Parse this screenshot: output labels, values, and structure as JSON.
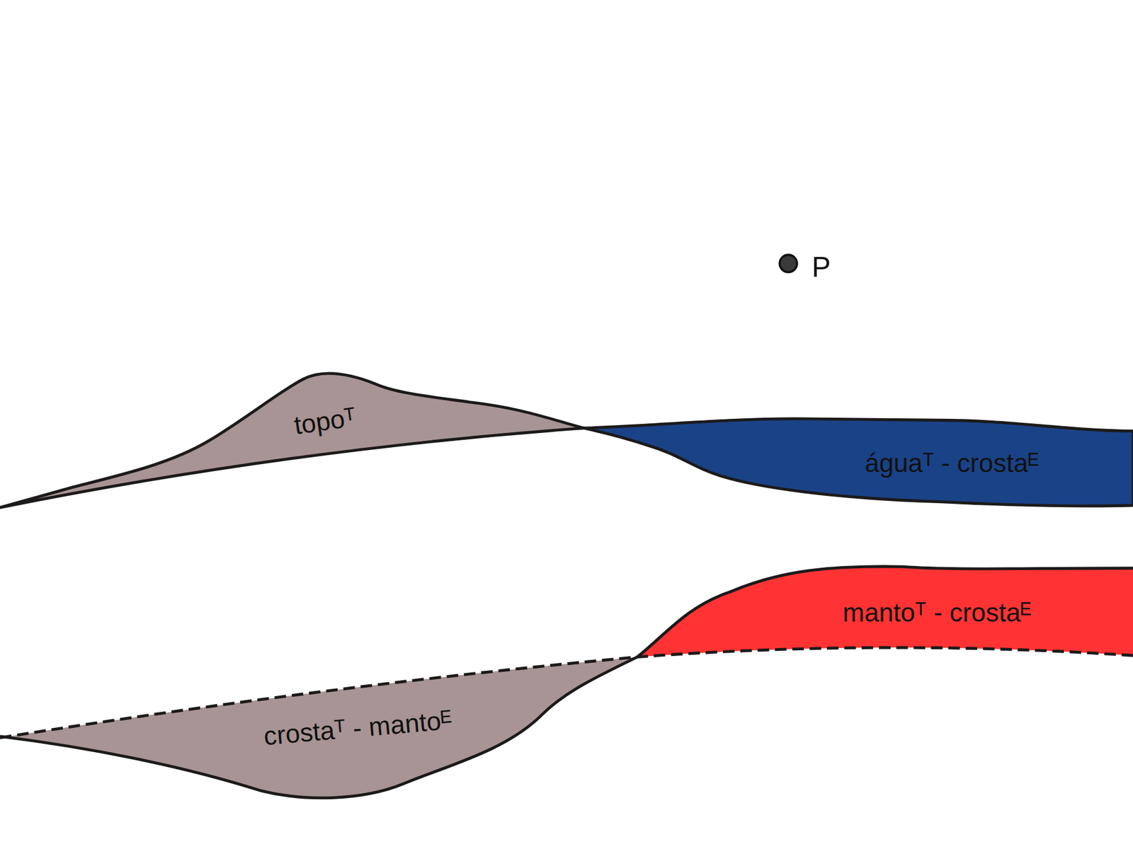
{
  "diagram": {
    "nodes": [
      {
        "text": [
          "topoᵀ"
        ]
      },
      {
        "text": [
          "águaᵀ - crostaᴱ"
        ]
      },
      {
        "text": [
          "mantoᵀ - crostaᴱ"
        ]
      },
      {
        "text": [
          "crostaᵀ - mantoᴱ"
        ]
      }
    ],
    "labels": [
      "P"
    ]
  }
}
